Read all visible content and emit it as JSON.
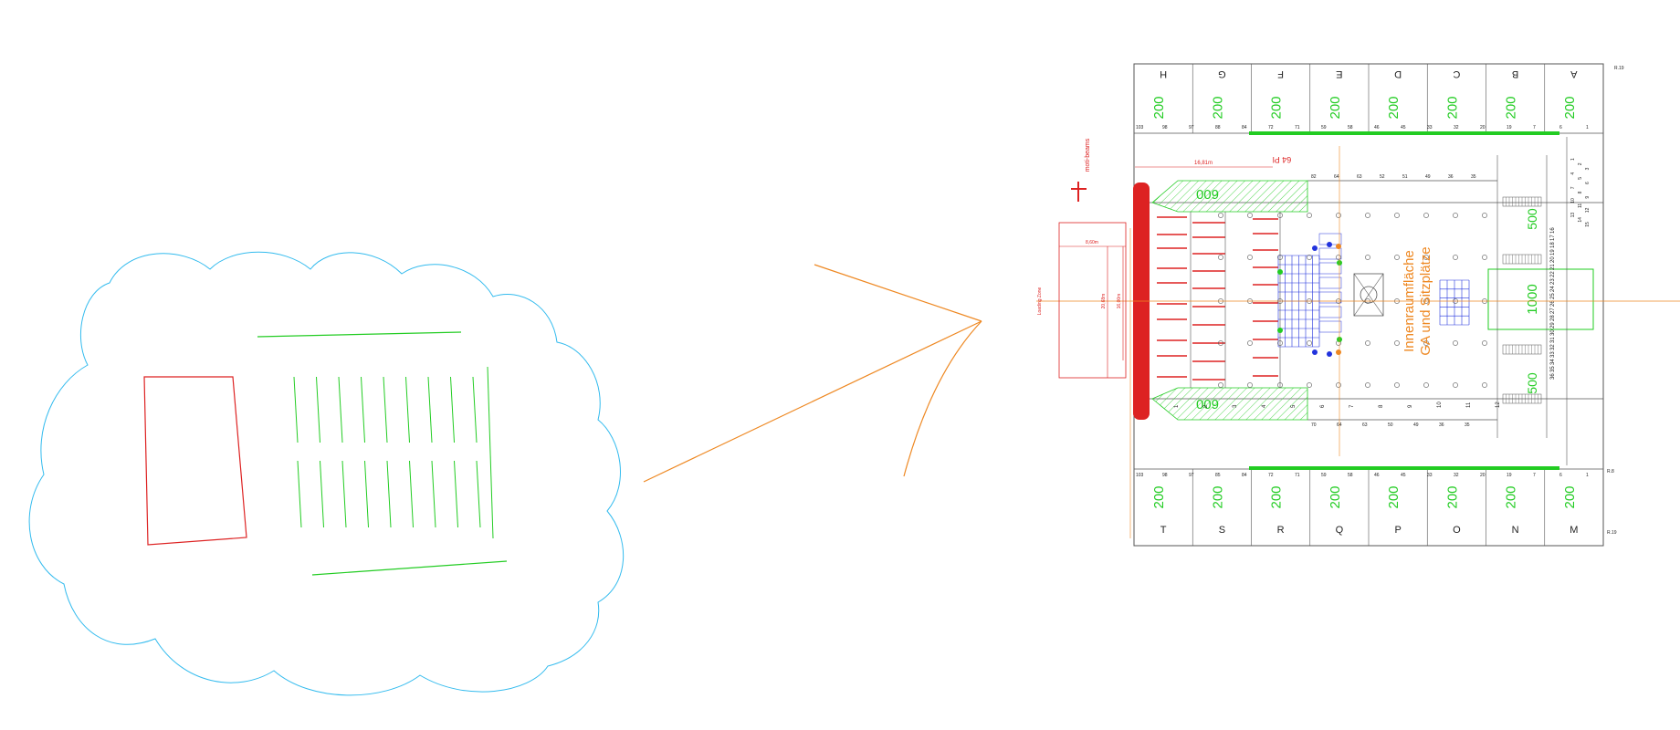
{
  "colors": {
    "cloud": "#33bbee",
    "red": "#dd2222",
    "green": "#22cc22",
    "orange": "#ee8822",
    "blue": "#2233dd",
    "line": "#555555",
    "dark": "#222222"
  },
  "columns_top": [
    "H",
    "G",
    "F",
    "E",
    "D",
    "C",
    "B",
    "A"
  ],
  "columns_bottom": [
    "T",
    "S",
    "R",
    "Q",
    "P",
    "O",
    "N",
    "M"
  ],
  "block_value": "200",
  "stage_value": "600",
  "right_blocks": {
    "top": "500",
    "middle": "1000",
    "bottom": "500"
  },
  "labels": {
    "top_label": "64 Pl",
    "arena_title": "Innenraumfläche",
    "arena_sub": "GA und Sitzplätze",
    "moti_beams": "moti-beams",
    "width_dim": "16,81m",
    "stage_depth": "8,60m",
    "stage_height_a": "20,68m",
    "stage_height_b": "16,00m",
    "row_right_top": "R.19",
    "row_right_bottom": "R.19",
    "row_right_mid": "R.8",
    "loading_zone": "Loading Zone"
  },
  "numbers": {
    "top_row": [
      "103",
      "98",
      "97",
      "88",
      "84",
      "72",
      "71",
      "59",
      "58",
      "46",
      "45",
      "33",
      "32",
      "20",
      "19",
      "7",
      "6",
      "1"
    ],
    "bottom_row": [
      "103",
      "98",
      "97",
      "85",
      "84",
      "72",
      "71",
      "59",
      "58",
      "46",
      "45",
      "33",
      "32",
      "20",
      "19",
      "7",
      "6",
      "1"
    ],
    "mid_top": [
      "82",
      "64",
      "63",
      "52",
      "51",
      "49",
      "36",
      "35"
    ],
    "mid_bottom": [
      "70",
      "64",
      "63",
      "50",
      "49",
      "36",
      "35"
    ],
    "stair_rows": [
      "16",
      "17",
      "18",
      "19",
      "20",
      "21",
      "22",
      "23",
      "24",
      "25",
      "26",
      "27",
      "28",
      "29",
      "30",
      "31",
      "32",
      "33",
      "34",
      "35",
      "36"
    ],
    "right_small": [
      "1",
      "2",
      "3",
      "4",
      "5",
      "6",
      "7",
      "8",
      "9",
      "10",
      "11",
      "12",
      "13",
      "14",
      "15"
    ],
    "grid_ids": [
      "1",
      "2",
      "3",
      "4",
      "5",
      "6",
      "7",
      "8",
      "9",
      "10",
      "11",
      "12"
    ]
  }
}
